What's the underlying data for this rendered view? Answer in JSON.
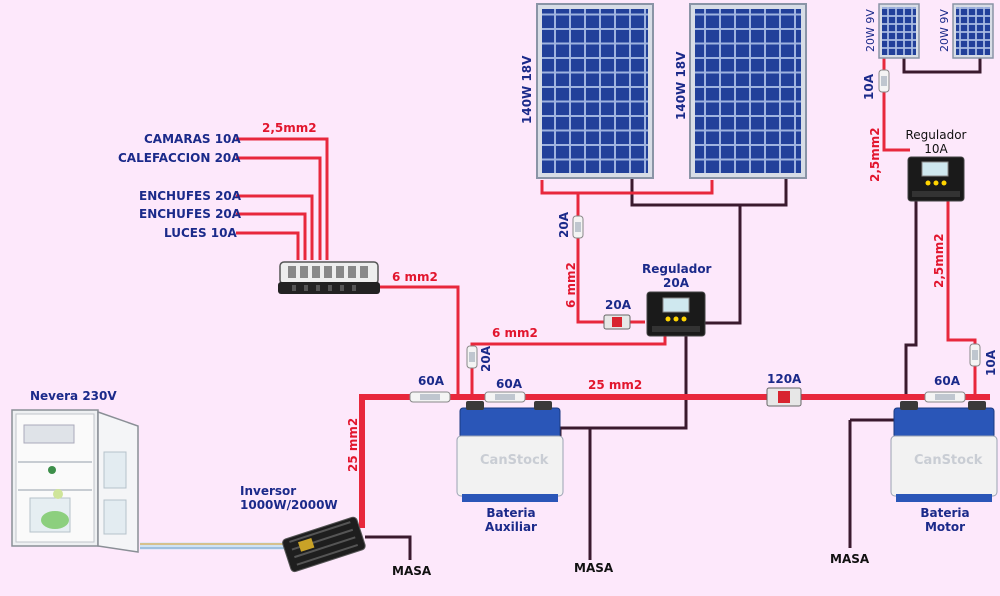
{
  "circuits": [
    {
      "name": "CAMARAS",
      "amps": "10A"
    },
    {
      "name": "CALEFACCION",
      "amps": "20A"
    },
    {
      "name": "ENCHUFES",
      "amps": "20A"
    },
    {
      "name": "ENCHUFES",
      "amps": "20A"
    },
    {
      "name": "LUCES",
      "amps": "10A"
    }
  ],
  "wires": {
    "circuits": "2,5mm2",
    "fusebox_feed": "6 mm2",
    "regulator_out": "6 mm2",
    "panel_down": "6 mm2",
    "main_bus": "25 mm2",
    "inverter_feed": "25 mm2",
    "small_panel_down": "2,5mm2",
    "small_reg_out": "2,5mm2"
  },
  "panels": {
    "large_left": "140W 18V",
    "large_right": "140W 18V",
    "small_left": "20W 9V",
    "small_right": "20W 9V"
  },
  "regulators": {
    "main": {
      "title": "Regulador",
      "rating": "20A"
    },
    "small": {
      "title": "Regulador",
      "rating": "10A"
    }
  },
  "fuses": {
    "panel_fuse": "20A",
    "regulator_breaker": "20A",
    "aux_feed": "20A",
    "inverter_fuse": "60A",
    "aux_bus_fuse": "60A",
    "link_breaker": "120A",
    "motor_fuse": "60A",
    "small_panel_fuse": "10A",
    "motor_feed": "10A"
  },
  "appliances": {
    "fridge": "Nevera 230V",
    "inverter_line1": "Inversor",
    "inverter_line2": "1000W/2000W"
  },
  "batteries": {
    "aux_line1": "Bateria",
    "aux_line2": "Auxiliar",
    "motor_line1": "Bateria",
    "motor_line2": "Motor",
    "watermark": "CanStock"
  },
  "ground": {
    "label": "MASA"
  },
  "colors": {
    "positive": "#e8283c",
    "negative": "#3a1a2e",
    "text_blue": "#1b2a8a",
    "text_red": "#e2162e",
    "panel_cell": "#1e3a8a",
    "background": "#fde8fb"
  },
  "icons": {
    "solar_panel": "solar-panel-icon",
    "charge_controller": "charge-controller-icon",
    "battery": "car-battery-icon",
    "inverter": "power-inverter-icon",
    "fridge": "fridge-icon",
    "fuse": "blade-fuse-icon",
    "breaker": "circuit-breaker-icon",
    "fusebox": "fuse-box-icon"
  }
}
